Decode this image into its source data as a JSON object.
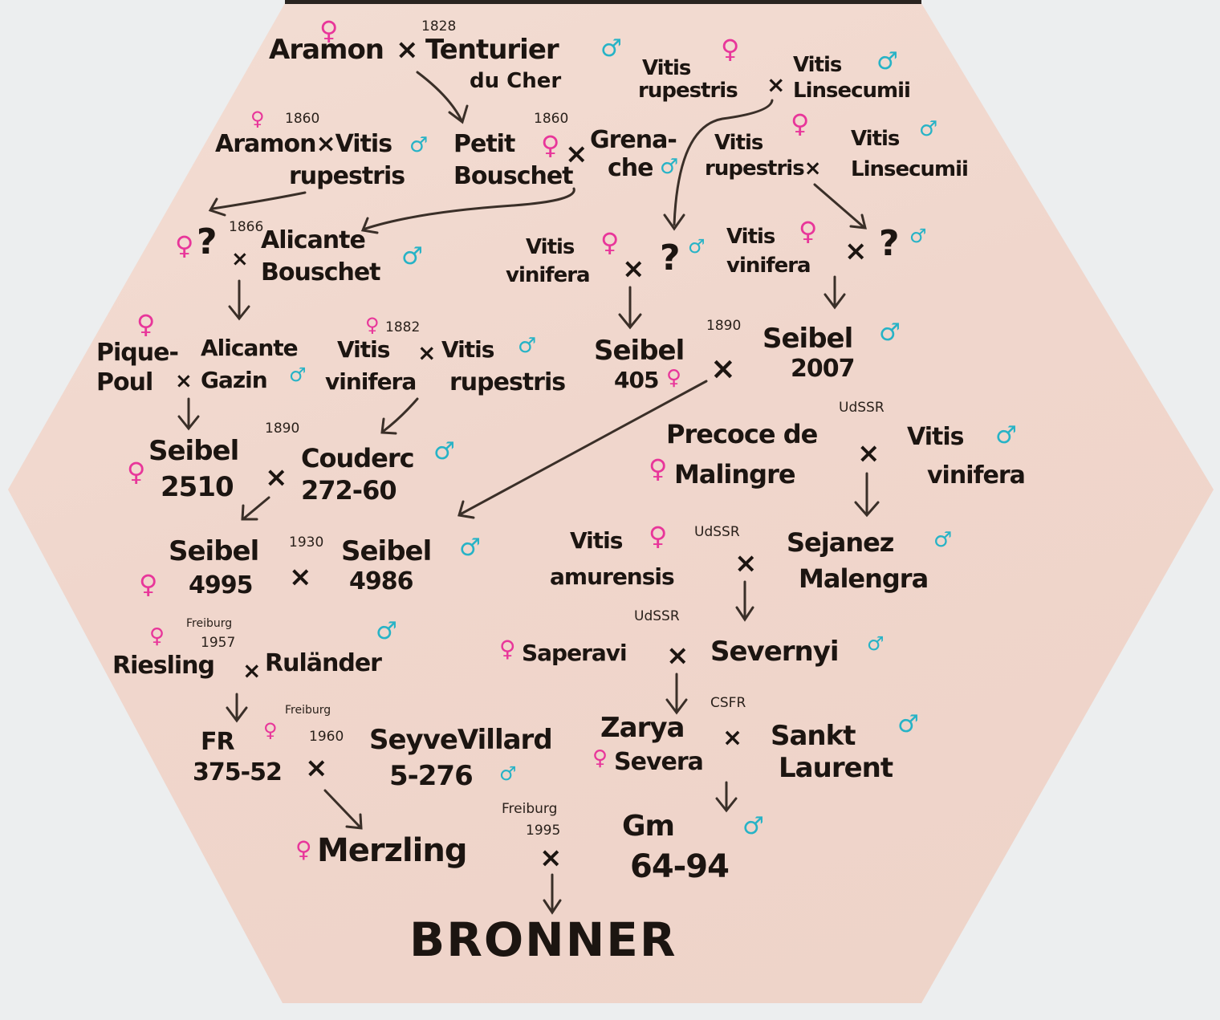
{
  "symbols": {
    "female": "♀",
    "male": "♂",
    "cross": "×",
    "unknown": "?"
  },
  "colors": {
    "female": "#e8369a",
    "male": "#27b3c6",
    "ink": "#1c1511",
    "wood": "#f0d6cc"
  },
  "labels": {
    "y1828": "1828",
    "aramon": "Aramon",
    "tenturier": "Tenturier",
    "du_cher": "du Cher",
    "vitis": "Vitis",
    "rupestris": "rupestris",
    "linsecumii": "Linsecumii",
    "vinifera": "vinifera",
    "y1860": "1860",
    "aramon_vitis": "Aramon×Vitis",
    "petit": "Petit",
    "bouschet": "Bouschet",
    "grena": "Grena-",
    "che": "che",
    "rupestris_x": "rupestris×",
    "y1866": "1866",
    "alicante": "Alicante",
    "pique": "Pique-",
    "poul": "Poul",
    "gazin": "Gazin",
    "y1882": "1882",
    "seibel": "Seibel",
    "n405": "405",
    "y1890": "1890",
    "n2007": "2007",
    "n2510": "2510",
    "couderc": "Couderc",
    "n272_60": "272-60",
    "udssr": "UdSSR",
    "precoce_de": "Precoce de",
    "malingre": "Malingre",
    "n4995": "4995",
    "y1930": "1930",
    "n4986": "4986",
    "amurensis": "amurensis",
    "sejanez": "Sejanez",
    "malengra": "Malengra",
    "freiburg": "Freiburg",
    "y1957": "1957",
    "riesling": "Riesling",
    "rulander": "Ruländer",
    "saperavi": "Saperavi",
    "severnyi": "Severnyi",
    "fr": "FR",
    "n375_52": "375-52",
    "y1960": "1960",
    "seyve_villard": "SeyveVillard",
    "n5_276": "5-276",
    "zarya": "Zarya",
    "severa": "Severa",
    "csfr": "CSFR",
    "sankt": "Sankt",
    "laurent": "Laurent",
    "merzling": "Merzling",
    "y1995": "1995",
    "gm": "Gm",
    "n64_94": "64-94",
    "bronner": "BRONNER"
  }
}
